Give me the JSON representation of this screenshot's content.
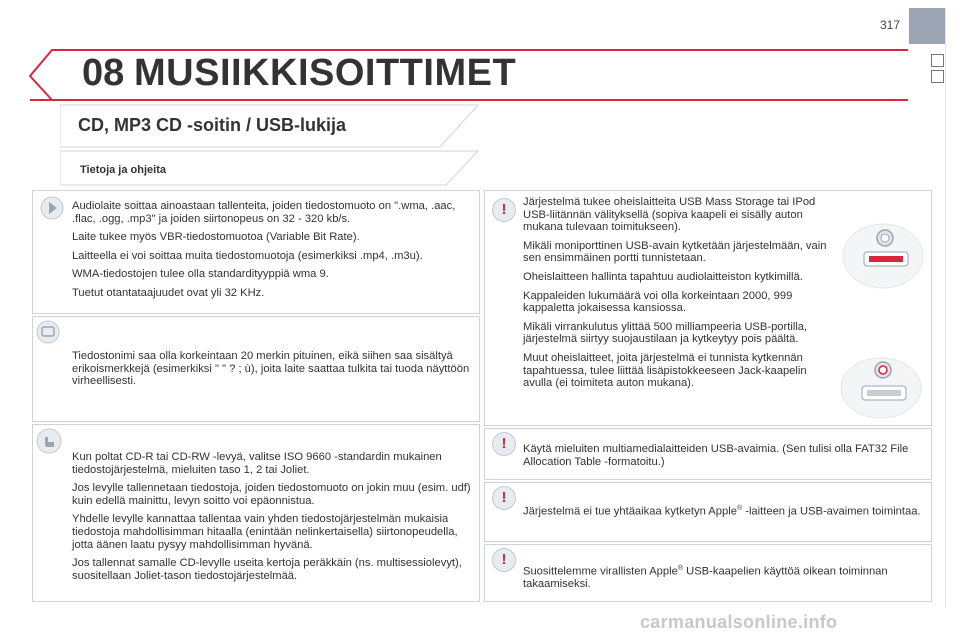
{
  "page": {
    "number": "317"
  },
  "header": {
    "chapter_number": "08",
    "chapter_title": "MUSIIKKISOITTIMET"
  },
  "section": {
    "title": "CD, MP3 CD -soitin / USB-lukija",
    "subtitle": "Tietoja ja ohjeita"
  },
  "left_panels": {
    "formats": [
      "Audiolaite soittaa ainoastaan tallenteita, joiden tiedostomuoto on \".wma, .aac, .flac, .ogg, .mp3\" ja joiden siirtonopeus on 32 - 320 kb/s.",
      "Laite tukee myös VBR-tiedostomuotoa (Variable Bit Rate).",
      "Laitteella ei voi soittaa muita tiedostomuotoja (esimerkiksi .mp4, .m3u).",
      "WMA-tiedostojen tulee olla standardityyppiä wma 9.",
      "Tuetut otantataajuudet ovat yli 32 KHz."
    ],
    "filenames": "Tiedostonimi saa olla korkeintaan 20 merkin pituinen, eikä siihen saa sisältyä erikoismerkkejä (esimerkiksi \" \" ? ; ù), joita laite saattaa tulkita tai tuoda näyttöön virheellisesti.",
    "burning": [
      "Kun poltat CD-R tai CD-RW -levyä, valitse ISO 9660 -standardin mukainen tiedostojärjestelmä, mieluiten taso 1, 2 tai Joliet.",
      "Jos levylle tallennetaan tiedostoja, joiden tiedostomuoto on jokin muu (esim. udf) kuin edellä mainittu, levyn soitto voi epäonnistua.",
      "Yhdelle levylle kannattaa tallentaa vain yhden tiedostojärjestelmän mukaisia tiedostoja mahdollisimman hitaalla (enintään nelinkertaisella) siirtonopeudella, jotta äänen laatu pysyy mahdollisimman hyvänä.",
      "Jos tallennat samalle CD-levylle useita kertoja peräkkäin (ns. multisessiolevyt), suositellaan Joliet-tason tiedostojärjestelmää."
    ]
  },
  "right_panels": {
    "usb_support": [
      "Järjestelmä tukee oheislaitteita USB Mass Storage tai IPod USB-liitännän välityksellä (sopiva kaapeli ei sisälly auton mukana tulevaan toimitukseen).",
      "Mikäli moniporttinen USB-avain kytketään järjestelmään, vain sen ensimmäinen portti tunnistetaan.",
      "Oheislaitteen hallinta tapahtuu audiolaitteiston kytkimillä.",
      "Kappaleiden lukumäärä voi olla korkeintaan 2000, 999 kappaletta jokaisessa kansiossa.",
      "Mikäli virrankulutus ylittää 500 milliampeeria USB-portilla, järjestelmä siirtyy suojaustilaan ja kytkeytyy pois päältä.",
      "Muut oheislaitteet, joita järjestelmä ei tunnista kytkennän tapahtuessa, tulee liittää lisäpistokkeeseen Jack-kaapelin avulla (ei toimiteta auton mukana)."
    ],
    "fat32": "Käytä mieluiten multiamedialaitteiden USB-avaimia. (Sen tulisi olla FAT32 File Allocation Table -formatoitu.)",
    "apple_simultaneous": {
      "before": "Järjestelmä ei tue yhtäaikaa kytketyn Apple",
      "sup": "®",
      "after": " -laitteen ja USB-avaimen toimintaa."
    },
    "apple_cables": {
      "before": "Suosittelemme virallisten Apple",
      "sup": "®",
      "after": " USB-kaapelien käyttöä oikean toiminnan takaamiseksi."
    }
  },
  "footer": {
    "watermark": "carmanualsonline.info"
  },
  "colors": {
    "accent_red": "#d7263d",
    "panel_border": "#cfd3d8",
    "tab_gray": "#9aa4b2"
  }
}
